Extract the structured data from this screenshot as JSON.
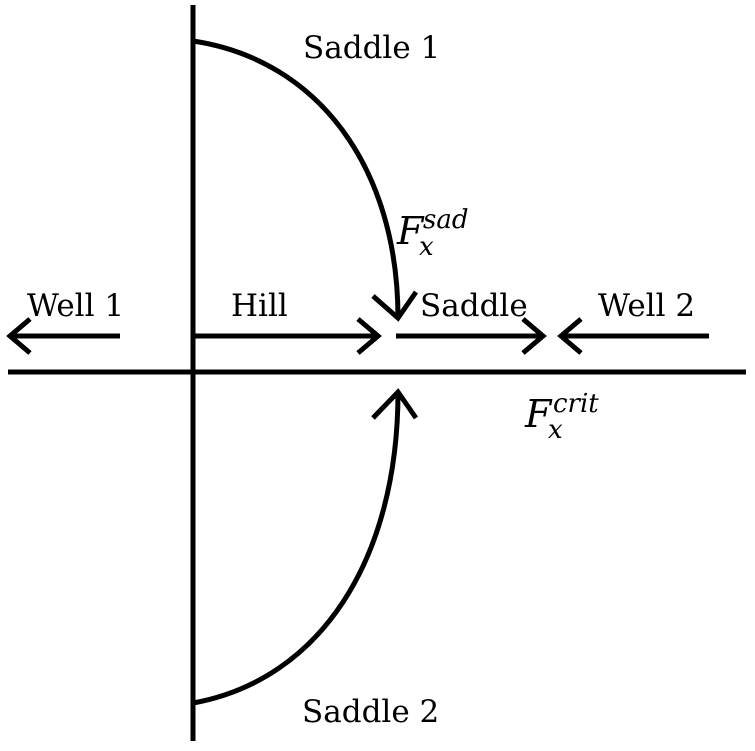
{
  "labels": {
    "saddle1": "Saddle 1",
    "saddle2": "Saddle 2",
    "well1": "Well 1",
    "well2": "Well 2",
    "hill": "Hill",
    "saddle": "Saddle"
  },
  "math": {
    "fx_sad": {
      "base": "F",
      "sub": "x",
      "sup": "sad"
    },
    "fx_crit": {
      "base": "F",
      "sub": "x",
      "sup": "crit"
    }
  },
  "colors": {
    "stroke": "#000000",
    "background": "#ffffff"
  }
}
